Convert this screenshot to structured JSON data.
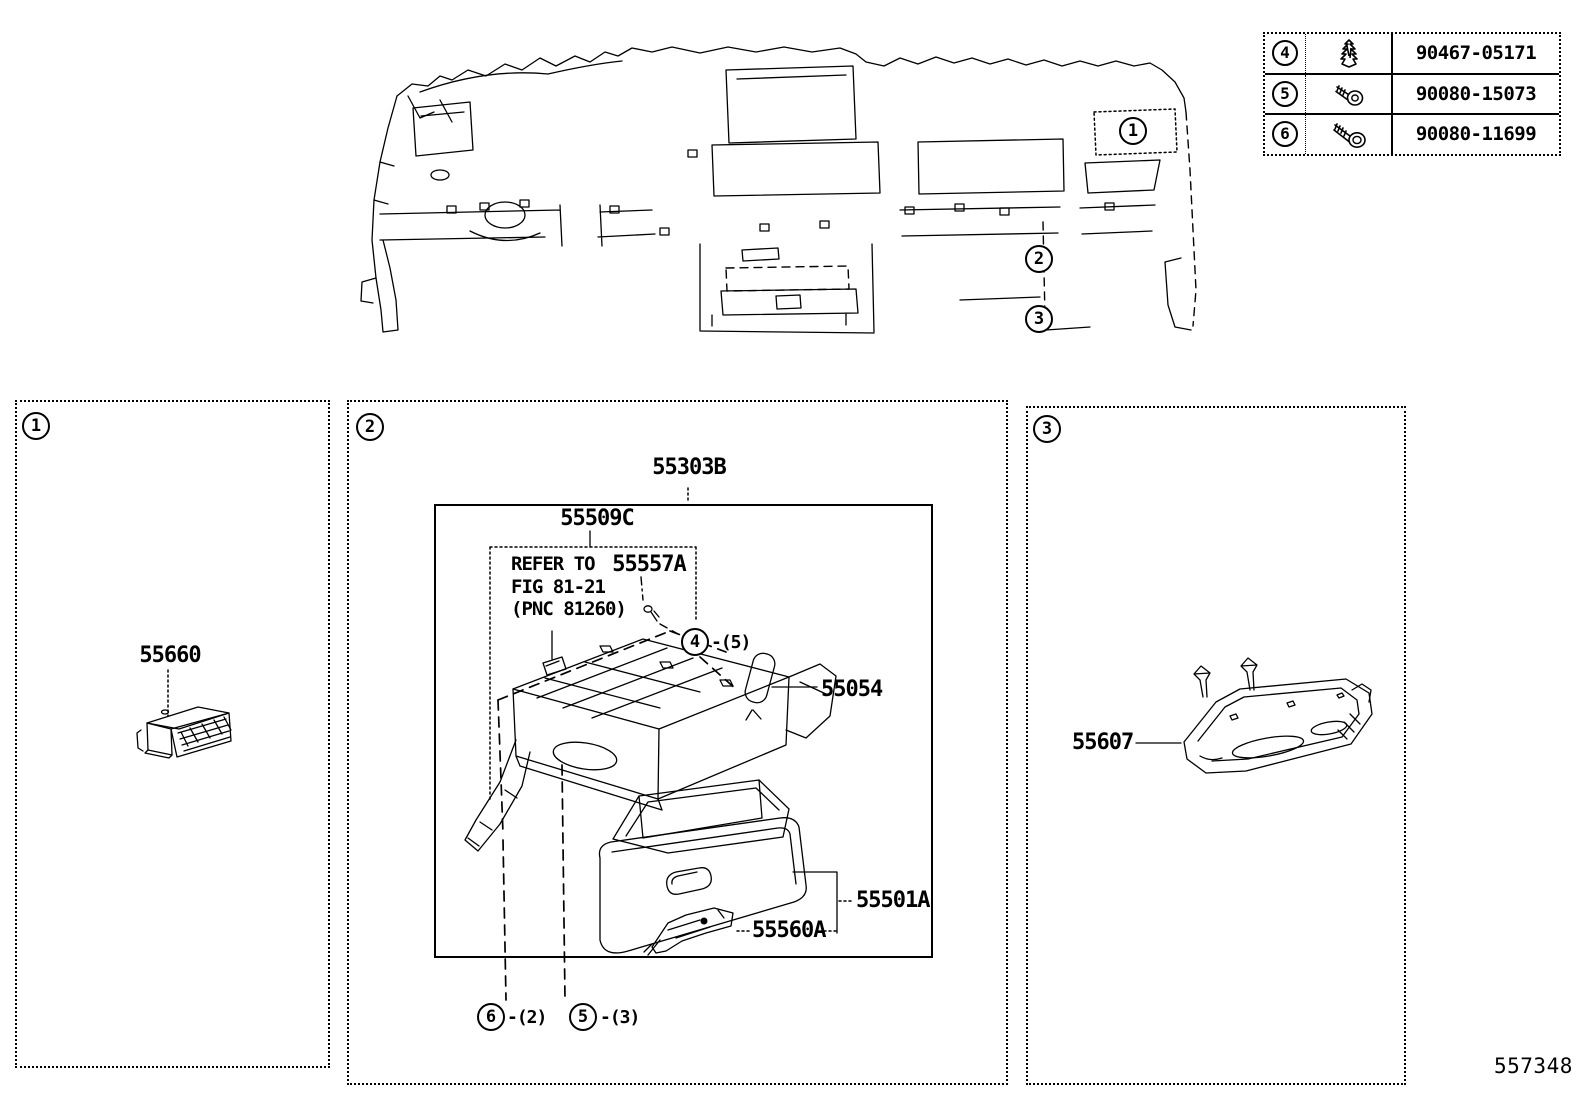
{
  "doc": {
    "figure_number": "557348",
    "colors": {
      "line": "#000000",
      "background": "#ffffff"
    }
  },
  "fastener_table": {
    "rows": [
      {
        "callout": "4",
        "icon": "clip-icon",
        "part_number": "90467-05171"
      },
      {
        "callout": "5",
        "icon": "screw-icon",
        "part_number": "90080-15073"
      },
      {
        "callout": "6",
        "icon": "bolt-icon",
        "part_number": "90080-11699"
      }
    ]
  },
  "main_view": {
    "description": "instrument-panel-line-drawing",
    "callouts": {
      "c1": "1",
      "c2": "2",
      "c3": "3"
    }
  },
  "panel_1": {
    "corner_callout": "1",
    "labels": {
      "p55660": "55660"
    }
  },
  "panel_2": {
    "corner_callout": "2",
    "labels": {
      "p55303B": "55303B",
      "p55509C": "55509C",
      "p55557A": "55557A",
      "p55054": "55054",
      "p55501A": "55501A",
      "p55560A": "55560A"
    },
    "note": {
      "line1": "REFER TO",
      "line2": "FIG 81-21",
      "line3": "(PNC 81260)"
    },
    "callouts": {
      "c4": "4",
      "c4_qty": "-(5)",
      "c5": "5",
      "c5_qty": "-(3)",
      "c6": "6",
      "c6_qty": "-(2)"
    }
  },
  "panel_3": {
    "corner_callout": "3",
    "labels": {
      "p55607": "55607"
    }
  }
}
